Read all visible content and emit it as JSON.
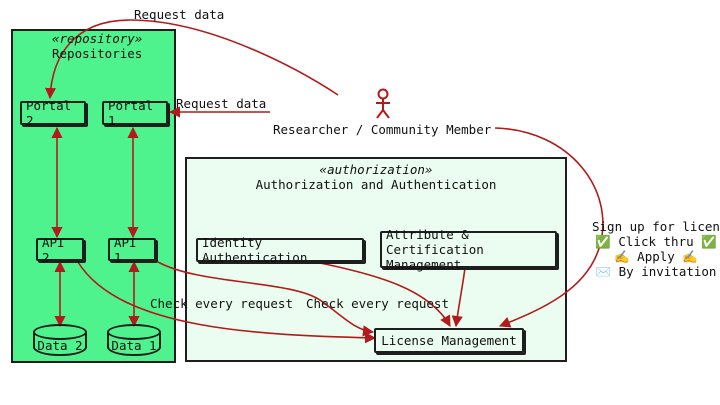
{
  "colors": {
    "region_fill_repository": "#4ff38d",
    "region_fill_authorization": "#ebfdf0",
    "border": "#1e1e1e",
    "flow_arrow": "#b21b1b"
  },
  "repository_region": {
    "stereotype": "«repository»",
    "title": "Repositories"
  },
  "authorization_region": {
    "stereotype": "«authorization»",
    "title": "Authorization and Authentication"
  },
  "nodes": {
    "portal_2": "Portal 2",
    "portal_1": "Portal 1",
    "api_2": "API 2",
    "api_1": "API 1",
    "data_2": "Data 2",
    "data_1": "Data 1",
    "identity_authentication": "Identity Authentication",
    "attribute_certification": [
      "Attribute & Certification",
      "Management"
    ],
    "license_management": "License Management"
  },
  "actor": {
    "icon": "stick-figure-icon",
    "label": "Researcher / Community Member"
  },
  "edge_labels": {
    "request_data_top": "Request data",
    "request_data_portal": "Request data",
    "check_every_request_left": "Check every request",
    "check_every_request_right": "Check every request"
  },
  "signup_note": {
    "title": "Sign up for licence",
    "lines": [
      "✅ Click thru ✅",
      "✍️ Apply ✍️",
      "✉️ By invitation"
    ]
  }
}
